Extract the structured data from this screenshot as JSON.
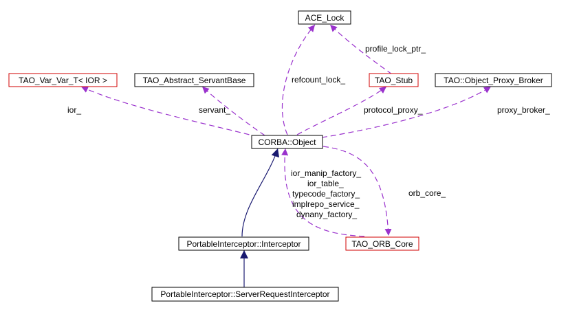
{
  "colors": {
    "node_border_default": "#000000",
    "node_border_highlight": "#d00000",
    "focus_node_fill": "#000000",
    "focus_node_text": "#ffffff",
    "usage_edge": "#9a32cd",
    "inheritance_edge": "#191970"
  },
  "nodes": {
    "ace_lock": "ACE_Lock",
    "tao_var_var": "TAO_Var_Var_T< IOR >",
    "tao_abstract_servantbase": "TAO_Abstract_ServantBase",
    "tao_stub": "TAO_Stub",
    "object_proxy_broker": "TAO::Object_Proxy_Broker",
    "corba_object": "CORBA::Object",
    "interceptor": "PortableInterceptor::Interceptor",
    "tao_orb_core": "TAO_ORB_Core",
    "server_request_interceptor": "PortableInterceptor::ServerRequestInterceptor"
  },
  "edge_labels": {
    "profile_lock_ptr": "profile_lock_ptr_",
    "refcount_lock": "refcount_lock_",
    "ior": "ior_",
    "servant": "servant_",
    "protocol_proxy": "protocol_proxy_",
    "proxy_broker": "proxy_broker_",
    "orb_core": "orb_core_",
    "ior_manip_factory": "ior_manip_factory_",
    "ior_table": "ior_table_",
    "typecode_factory": "typecode_factory_",
    "implrepo_service": "implrepo_service_",
    "dynany_factory": "dynany_factory_"
  }
}
